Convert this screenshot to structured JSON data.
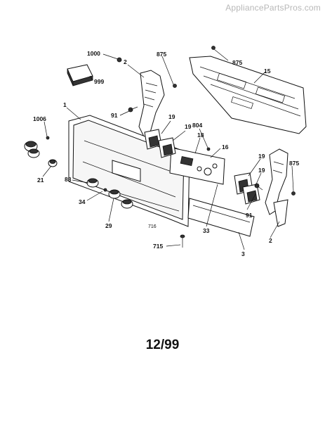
{
  "watermark": "AppliancePartsPros.com",
  "revision_date": "12/99",
  "callouts": {
    "c1000": "1000",
    "c999": "999",
    "c875a": "875",
    "c875b": "875",
    "c875c": "875",
    "c2a": "2",
    "c2b": "2",
    "c15": "15",
    "c1": "1",
    "c1006": "1006",
    "c91a": "91",
    "c91b": "91",
    "c19a": "19",
    "c19b": "19",
    "c19c": "19",
    "c19d": "19",
    "c804": "804",
    "c18": "18",
    "c16": "16",
    "c21": "21",
    "c88": "88",
    "c34": "34",
    "c29": "29",
    "c716": "716",
    "c715": "715",
    "c33": "33",
    "c3": "3"
  }
}
